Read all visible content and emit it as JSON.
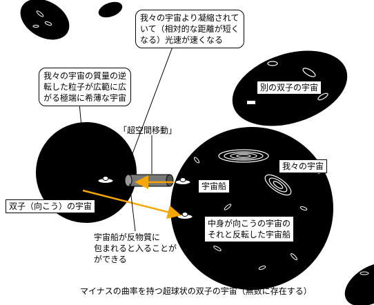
{
  "labels": {
    "callout_top": "我々の宇宙より凝縮されて\nいて（相対的な距離が短く\nなる）光速が速くなる",
    "callout_left": "我々の宇宙の質量の逆\n転した粒子が広範に広\nがる極端に希薄な宇宙",
    "another_universe": "別の双子の宇宙",
    "hyperspace": "「超空間移動」",
    "our_universe": "我々の宇宙",
    "spaceship": "宇宙船",
    "twin_universe": "双子（向こう）の宇宙",
    "reversed_ship": "中身が向こうの宇宙の\nそれと反転した宇宙船",
    "antimatter_note": "宇宙船が反物質に\n包まれると入ることが\nができる",
    "caption": "マイナスの曲率を持つ超球状の双子の宇宙（無数に存在する）"
  },
  "colors": {
    "ink": "#000000",
    "paper": "#ffffff",
    "arrow": "#f5a600",
    "tube": "#777777"
  }
}
